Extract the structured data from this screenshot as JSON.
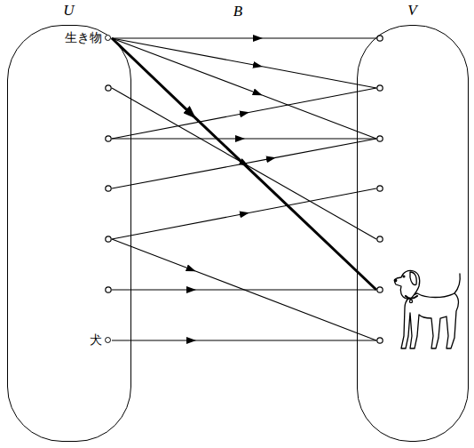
{
  "diagram": {
    "nodes": [
      {
        "text": [
          "U"
        ]
      },
      {
        "text": [
          "V"
        ]
      },
      {
        "text": [
          "生き物"
        ],
        "in": 0
      },
      {
        "text": [
          "犬"
        ],
        "in": 0
      }
    ],
    "labels": [
      "B"
    ]
  }
}
